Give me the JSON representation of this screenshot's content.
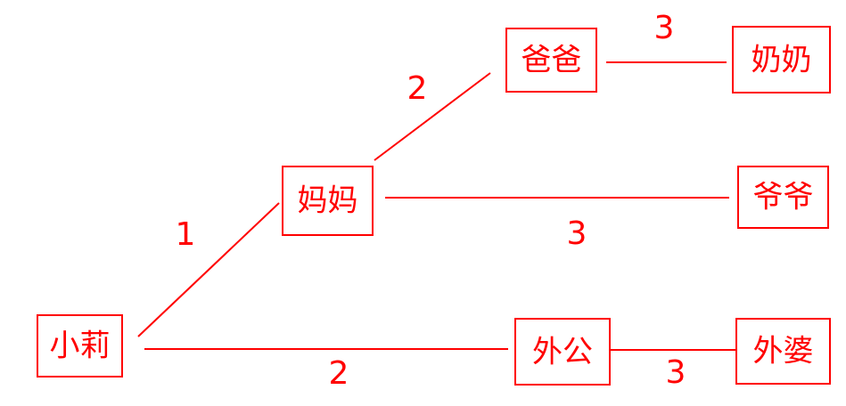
{
  "style": {
    "color": "#ff0000"
  },
  "nodes": {
    "xiaoli": "小莉",
    "mama": "妈妈",
    "baba": "爸爸",
    "nainai": "奶奶",
    "yeye": "爷爷",
    "waigong": "外公",
    "waipo": "外婆"
  },
  "edges": {
    "xiaoli_mama": "1",
    "mama_baba": "2",
    "baba_nainai": "3",
    "mama_yeye": "3",
    "xiaoli_waigong": "2",
    "waigong_waipo": "3"
  }
}
